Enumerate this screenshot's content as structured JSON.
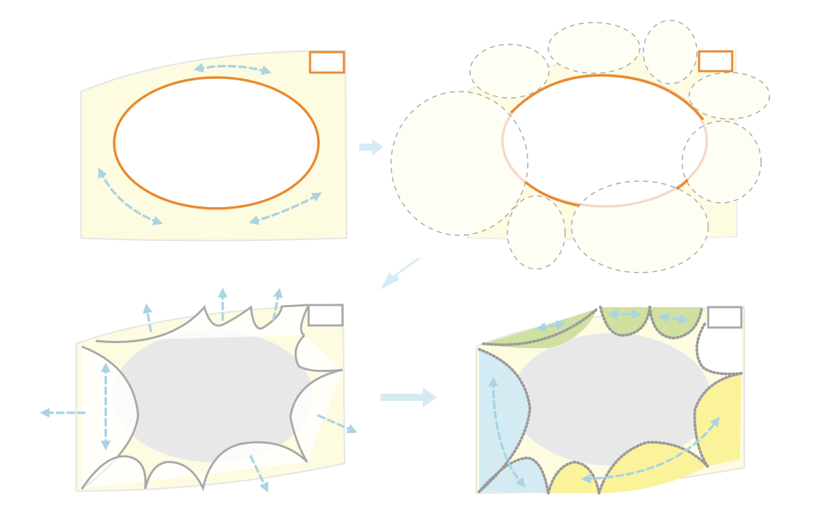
{
  "colors": {
    "courtyard_cream": "#fdfbe0",
    "building_outline": "#e5e5e5",
    "atrium_orange": "#e8892f",
    "atrium_faded": "#f5d8c9",
    "outline_gray": "#a9a9a9",
    "void_gray": "#e9e8e9",
    "arrow_blue": "#a9d4e4",
    "zone_green": "#cfe0a0",
    "zone_blue": "#d4ebf3",
    "zone_yellow": "#fbf39a",
    "zone_white": "#ffffff"
  },
  "stages": [
    {
      "id": "stage-1",
      "description": ""
    },
    {
      "id": "stage-2",
      "description": ""
    },
    {
      "id": "stage-3",
      "description": ""
    },
    {
      "id": "stage-4",
      "description": ""
    }
  ]
}
